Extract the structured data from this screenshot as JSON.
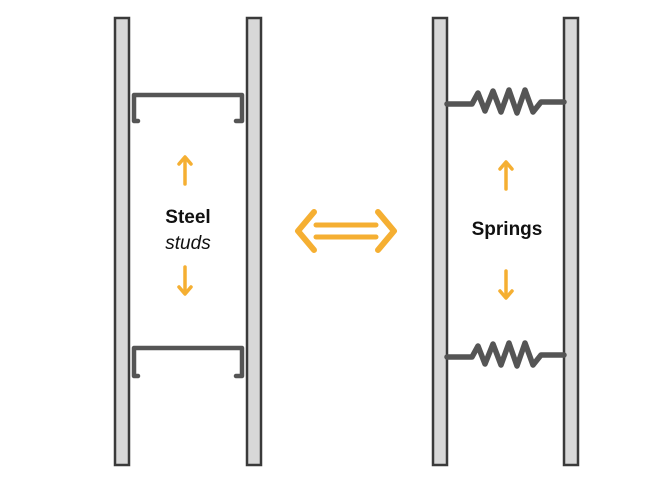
{
  "left_panel": {
    "title": "Steel",
    "subtitle": "studs",
    "component_icon": "c-channel-stud"
  },
  "right_panel": {
    "title": "Springs",
    "component_icon": "coil-spring"
  },
  "center_icon": "double-headed-arrow-icon",
  "colors": {
    "accent": "#F5AF32",
    "panel_fill": "#D8D8D8",
    "outline": "#3A3A3A",
    "component": "#555555"
  }
}
